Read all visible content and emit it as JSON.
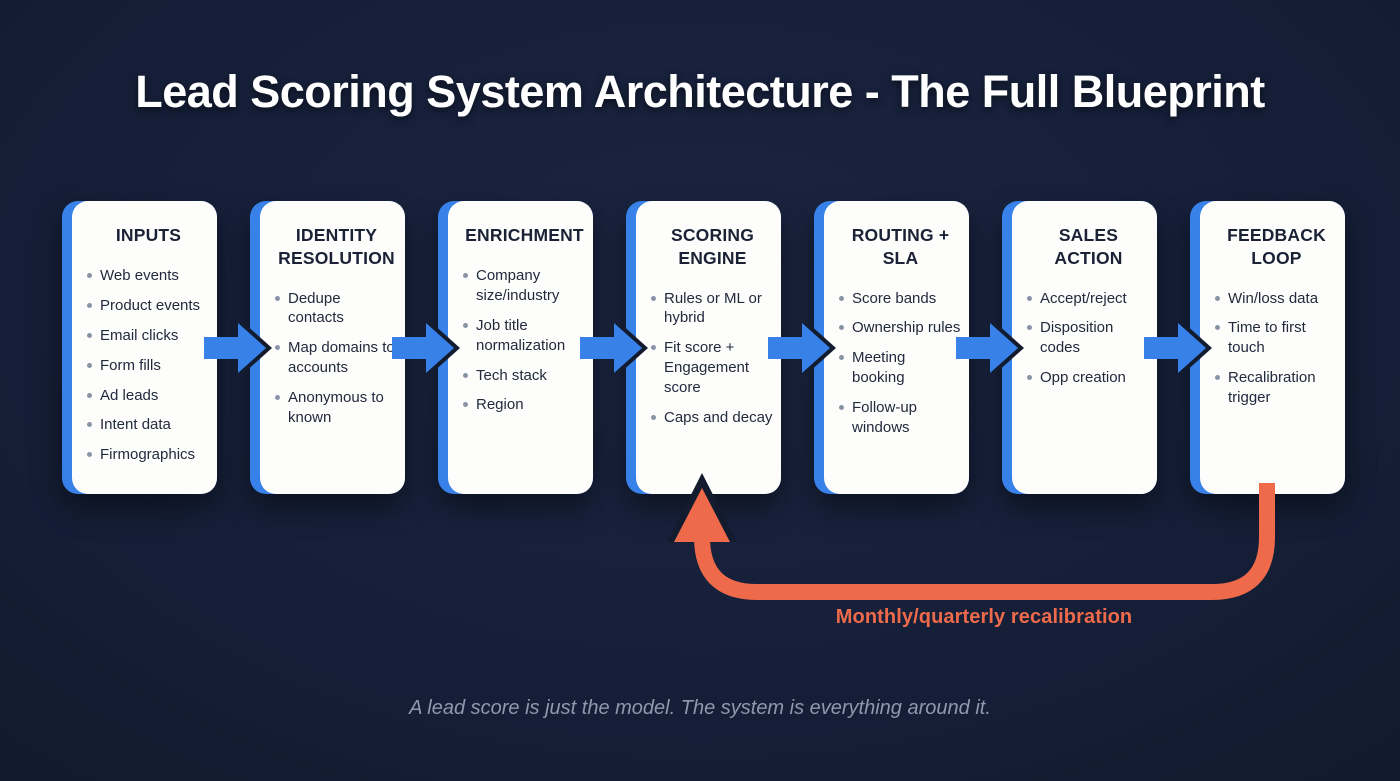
{
  "title": "Lead Scoring System Architecture - The Full Blueprint",
  "quote": "A lead score is just the model. The system is everything around it.",
  "feedback_label": "Monthly/quarterly recalibration",
  "colors": {
    "background": "#121a2d",
    "card_background": "#fdfdfb",
    "accent_blue": "#3781e8",
    "accent_orange": "#ee6a4b",
    "card_title_text": "#1b2236",
    "card_item_text": "#232a3d",
    "bullet_dot": "#8b93a6",
    "quote_text": "#8d99ad",
    "title_text": "#ffffff"
  },
  "icons": {
    "flow_arrow": "right-block-arrow",
    "feedback_arrow": "up-curved-loop-arrow",
    "bullet": "dot"
  },
  "stages": [
    {
      "title": "INPUTS",
      "items": [
        "Web events",
        "Product events",
        "Email clicks",
        "Form fills",
        "Ad leads",
        "Intent data",
        "Firmographics"
      ]
    },
    {
      "title": "IDENTITY RESOLUTION",
      "items": [
        "Dedupe contacts",
        "Map domains to accounts",
        "Anonymous to known"
      ]
    },
    {
      "title": "ENRICHMENT",
      "items": [
        "Company size/industry",
        "Job title normalization",
        "Tech stack",
        "Region"
      ]
    },
    {
      "title": "SCORING ENGINE",
      "items": [
        "Rules or ML or hybrid",
        "Fit score + Engagement score",
        "Caps and decay"
      ]
    },
    {
      "title": "ROUTING + SLA",
      "items": [
        "Score bands",
        "Ownership rules",
        "Meeting booking",
        "Follow-up windows"
      ]
    },
    {
      "title": "SALES ACTION",
      "items": [
        "Accept/reject",
        "Disposition codes",
        "Opp creation"
      ]
    },
    {
      "title": "FEEDBACK LOOP",
      "items": [
        "Win/loss data",
        "Time to first touch",
        "Recalibration trigger"
      ]
    }
  ]
}
